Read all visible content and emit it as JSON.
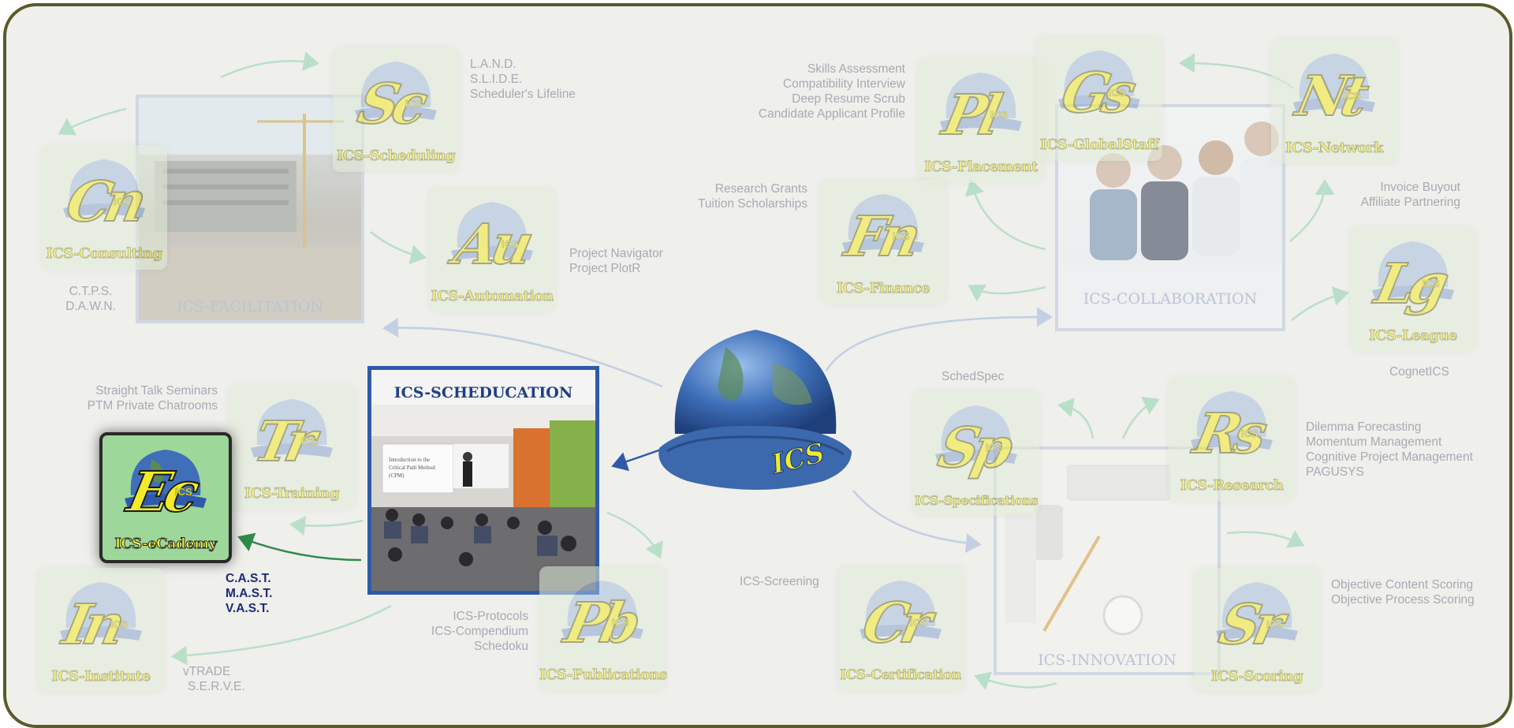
{
  "colors": {
    "tile_fill": "#e3ecd9",
    "tile_active": "#9ed79a",
    "text_yellow": "#f2ea2a",
    "frame": "#5a5a2a",
    "main_blue": "#2f5aa8",
    "note_grey": "#a9a9b3",
    "note_dark": "#1d2a78"
  },
  "center": {
    "helmet_label": "ICS",
    "icon": "globe-hardhat-icon"
  },
  "groups": {
    "facilitation": "ICS-FACILITATION",
    "collaboration": "ICS-COLLABORATION",
    "innovation": "ICS-INNOVATION",
    "scheducation": "ICS-SCHEDUCATION"
  },
  "slide": {
    "line1": "Introduction to the",
    "line2": "Critical Path Method",
    "line3": "(CPM)"
  },
  "tiles": {
    "scheduling": {
      "big": "Sc",
      "label": "ICS-Scheduling"
    },
    "consulting": {
      "big": "Cn",
      "label": "ICS-Consulting"
    },
    "automation": {
      "big": "Au",
      "label": "ICS-Automation"
    },
    "training": {
      "big": "Tr",
      "label": "ICS-Training"
    },
    "ecademy": {
      "big": "Ec",
      "label": "ICS-eCademy"
    },
    "institute": {
      "big": "In",
      "label": "ICS-Institute"
    },
    "publications": {
      "big": "Pb",
      "label": "ICS-Publications"
    },
    "placement": {
      "big": "Pl",
      "label": "ICS-Placement"
    },
    "globalstaff": {
      "big": "Gs",
      "label": "ICS-GlobalStaff"
    },
    "network": {
      "big": "Nt",
      "label": "ICS-Network"
    },
    "finance": {
      "big": "Fn",
      "label": "ICS-Finance"
    },
    "league": {
      "big": "Lg",
      "label": "ICS-League"
    },
    "specifications": {
      "big": "Sp",
      "label": "ICS-Specifications"
    },
    "research": {
      "big": "Rs",
      "label": "ICS-Research"
    },
    "certification": {
      "big": "Cr",
      "label": "ICS-Certification"
    },
    "scoring": {
      "big": "Sr",
      "label": "ICS-Scoring"
    }
  },
  "notes": {
    "scheduling": [
      "L.A.N.D.",
      "S.L.I.D.E.",
      "Scheduler's Lifeline"
    ],
    "consulting": [
      "C.T.P.S.",
      "D.A.W.N."
    ],
    "automation": [
      "Project Navigator",
      "Project PlotR"
    ],
    "training": [
      "Straight Talk Seminars",
      "PTM Private Chatrooms"
    ],
    "ecademy": [
      "C.A.S.T.",
      "M.A.S.T.",
      "V.A.S.T."
    ],
    "institute": [
      "vTRADE",
      "S.E.R.V.E."
    ],
    "publications": [
      "ICS-Protocols",
      "ICS-Compendium",
      "Schedoku"
    ],
    "placement": [
      "Skills Assessment",
      "Compatibility Interview",
      "Deep Resume Scrub",
      "Candidate Applicant Profile"
    ],
    "finance": [
      "Research Grants",
      "Tuition Scholarships"
    ],
    "network": [
      "Invoice Buyout",
      "Affiliate Partnering"
    ],
    "league": [
      "CognetICS"
    ],
    "specifications": [
      "SchedSpec"
    ],
    "research": [
      "Dilemma Forecasting",
      "Momentum Management",
      "Cognitive Project Management",
      "PAGUSYS"
    ],
    "certification": [
      "ICS-Screening"
    ],
    "scoring": [
      "Objective Content Scoring",
      "Objective Process Scoring"
    ]
  }
}
